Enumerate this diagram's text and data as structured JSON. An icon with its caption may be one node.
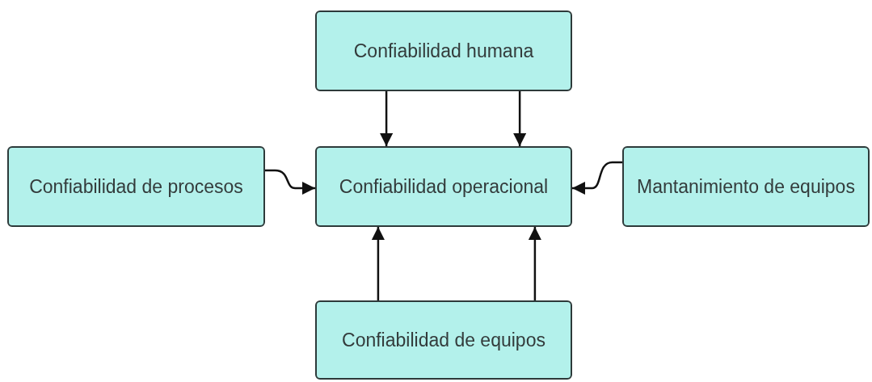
{
  "diagram": {
    "nodes": [
      {
        "text": [
          "Confiabilidad humana"
        ]
      },
      {
        "text": [
          "Confiabilidad de procesos"
        ]
      },
      {
        "text": [
          "Confiabilidad operacional"
        ]
      },
      {
        "text": [
          "Mantanimiento de equipos"
        ]
      },
      {
        "text": [
          "Confiabilidad de equipos"
        ]
      }
    ],
    "edges": [
      {
        "from": 0,
        "to": 2,
        "arrow": "to"
      },
      {
        "from": 0,
        "to": 2,
        "arrow": "to"
      },
      {
        "from": 1,
        "to": 2,
        "arrow": "to"
      },
      {
        "from": 3,
        "to": 2,
        "arrow": "to"
      },
      {
        "from": 4,
        "to": 2,
        "arrow": "to"
      },
      {
        "from": 4,
        "to": 2,
        "arrow": "to"
      }
    ]
  }
}
